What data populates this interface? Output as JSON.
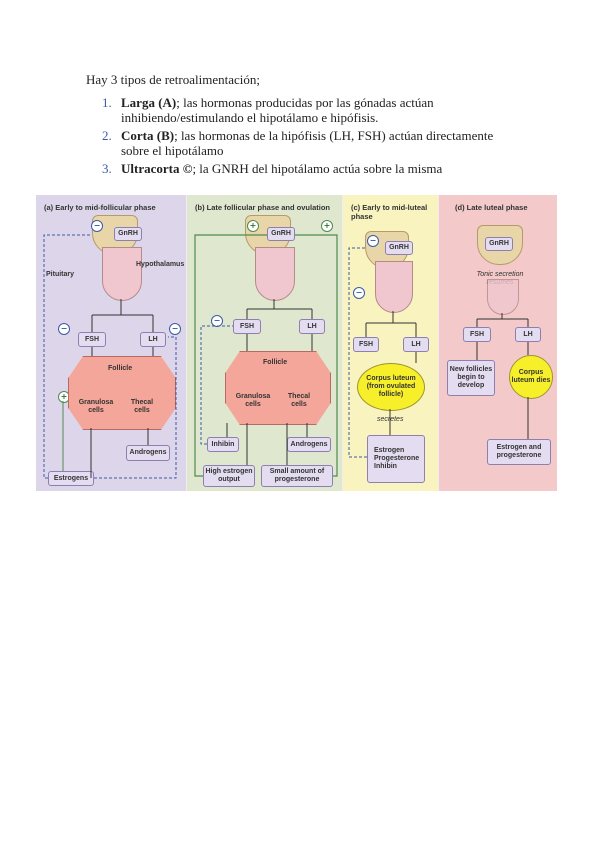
{
  "intro": "Hay 3 tipos de retroalimentación;",
  "items": [
    {
      "num": "1.",
      "bold": "Larga (A)",
      "text": "; las hormonas producidas por las gónadas actúan inhibiendo/estimulando el hipotálamo e hipófisis."
    },
    {
      "num": "2.",
      "bold": "Corta (B)",
      "text": "; las hormonas de la hipófisis (LH, FSH) actúan directamente sobre el hipotálamo"
    },
    {
      "num": "3.",
      "bold": "Ultracorta ©",
      "text": "; la GNRH del hipotálamo actúa sobre la misma"
    }
  ],
  "figure": {
    "panel_a": {
      "title": "(a) Early to mid-follicular phase",
      "gnrh": "GnRH",
      "pituitary": "Pituitary",
      "hypothalamus": "Hypothalamus",
      "fsh": "FSH",
      "lh": "LH",
      "follicle": "Follicle",
      "granulosa": "Granulosa cells",
      "thecal": "Thecal cells",
      "androgens": "Androgens",
      "estrogens": "Estrogens"
    },
    "panel_b": {
      "title": "(b) Late follicular phase and ovulation",
      "gnrh": "GnRH",
      "fsh": "FSH",
      "lh": "LH",
      "follicle": "Follicle",
      "granulosa": "Granulosa cells",
      "thecal": "Thecal cells",
      "inhibin": "Inhibin",
      "androgens": "Androgens",
      "high_estrogen": "High estrogen output",
      "progesterone": "Small amount of progesterone"
    },
    "panel_c": {
      "title": "(c) Early to mid-luteal phase",
      "gnrh": "GnRH",
      "fsh": "FSH",
      "lh": "LH",
      "corpus": "Corpus luteum (from ovulated follicle)",
      "secretes": "secretes",
      "estrogen": "Estrogen",
      "progesterone": "Progesterone",
      "inhibin": "Inhibin"
    },
    "panel_d": {
      "title": "(d) Late luteal phase",
      "gnrh": "GnRH",
      "tonic": "Tonic secretion resumes",
      "fsh": "FSH",
      "lh": "LH",
      "new_follicles": "New follicles begin to develop",
      "corpus_dies": "Corpus luteum dies",
      "estrogen_prog": "Estrogen and progesterone"
    }
  }
}
